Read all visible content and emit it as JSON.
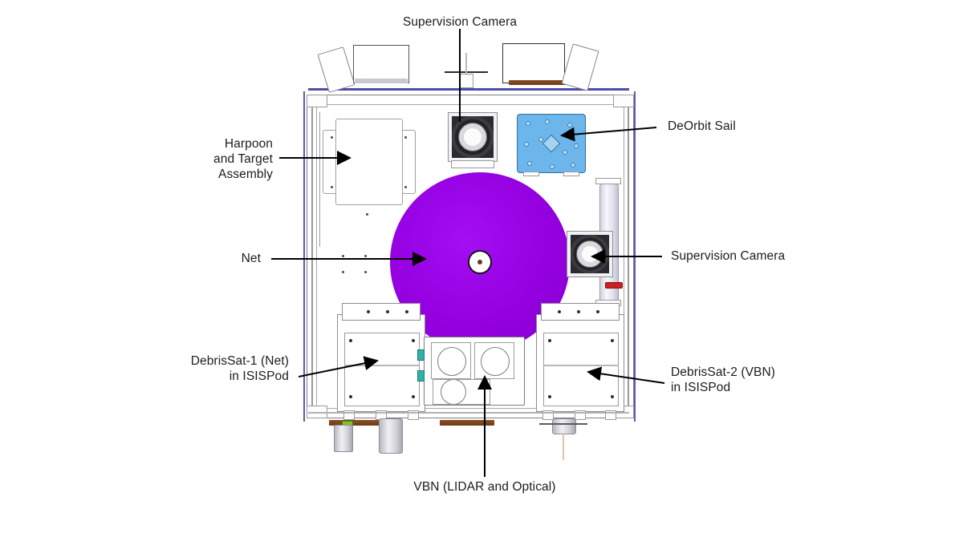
{
  "figure": {
    "kind": "engineering-diagram",
    "subject": "Satellite platform top view with annotated payload components",
    "background_color": "#ffffff"
  },
  "palette": {
    "net_purple": "#9400e0",
    "sail_blue": "#6db6ec",
    "sail_border": "#2f6f9e",
    "panel_edge": "#5a5ab4",
    "structure_gray": "#8d8d93",
    "copper": "#7b4420",
    "leader_black": "#000000",
    "label_text": "#1c1c1c"
  },
  "annotations": [
    {
      "id": "supervision-camera-top",
      "text": "Supervision Camera",
      "align": "center",
      "lines": [
        "Supervision Camera"
      ],
      "leader": "vertical-down"
    },
    {
      "id": "deorbit-sail",
      "text": "DeOrbit Sail",
      "align": "left",
      "lines": [
        "DeOrbit Sail"
      ],
      "leader": "horizontal-left-arrow"
    },
    {
      "id": "harpoon-and-target-assembly",
      "text": "Harpoon and Target Assembly",
      "align": "right",
      "lines": [
        "Harpoon",
        "and Target",
        "Assembly"
      ],
      "leader": "horizontal-right-arrow"
    },
    {
      "id": "net",
      "text": "Net",
      "align": "right",
      "lines": [
        "Net"
      ],
      "leader": "horizontal-right-arrow"
    },
    {
      "id": "supervision-camera-right",
      "text": "Supervision Camera",
      "align": "left",
      "lines": [
        "Supervision Camera"
      ],
      "leader": "horizontal-left-arrow"
    },
    {
      "id": "debrissat-1",
      "text": "DebrisSat-1 (Net) in ISISPod",
      "align": "right",
      "lines": [
        "DebrisSat-1 (Net)",
        "in ISISPod"
      ],
      "leader": "diagonal-right-arrow"
    },
    {
      "id": "debrissat-2",
      "text": "DebrisSat-2 (VBN) in ISISPod",
      "align": "left",
      "lines": [
        "DebrisSat-2 (VBN)",
        "in ISISPod"
      ],
      "leader": "diagonal-left-arrow"
    },
    {
      "id": "vbn",
      "text": "VBN (LIDAR and Optical)",
      "align": "center",
      "lines": [
        "VBN (LIDAR and Optical)"
      ],
      "leader": "vertical-up"
    }
  ],
  "labels": {
    "supervision_camera_top": "Supervision Camera",
    "deorbit_sail": "DeOrbit Sail",
    "harpoon_l1": "Harpoon",
    "harpoon_l2": "and Target",
    "harpoon_l3": "Assembly",
    "net": "Net",
    "supervision_camera_right": "Supervision Camera",
    "debrissat1_l1": "DebrisSat-1 (Net)",
    "debrissat1_l2": "in ISISPod",
    "debrissat2_l1": "DebrisSat-2 (VBN)",
    "debrissat2_l2": "in ISISPod",
    "vbn": "VBN (LIDAR and Optical)"
  },
  "components": [
    {
      "name": "net-disc",
      "shape": "circle",
      "color": "#9400e0"
    },
    {
      "name": "deorbit-sail-panel",
      "shape": "rounded-square",
      "color": "#6db6ec"
    },
    {
      "name": "supervision-camera-top",
      "shape": "square-housing",
      "color": "#2a2a2f"
    },
    {
      "name": "supervision-camera-right",
      "shape": "square-housing",
      "color": "#2a2a2f"
    },
    {
      "name": "harpoon-target-plate",
      "shape": "cross-plate",
      "color": "#ffffff"
    },
    {
      "name": "isispod-left",
      "shape": "rectangular-deployer",
      "color": "#ffffff"
    },
    {
      "name": "isispod-right",
      "shape": "rectangular-deployer",
      "color": "#ffffff"
    },
    {
      "name": "vbn-unit",
      "shape": "box-with-apertures",
      "color": "#ffffff"
    },
    {
      "name": "propellant-tank",
      "shape": "cylinder",
      "color": "#e3e3ee"
    }
  ]
}
